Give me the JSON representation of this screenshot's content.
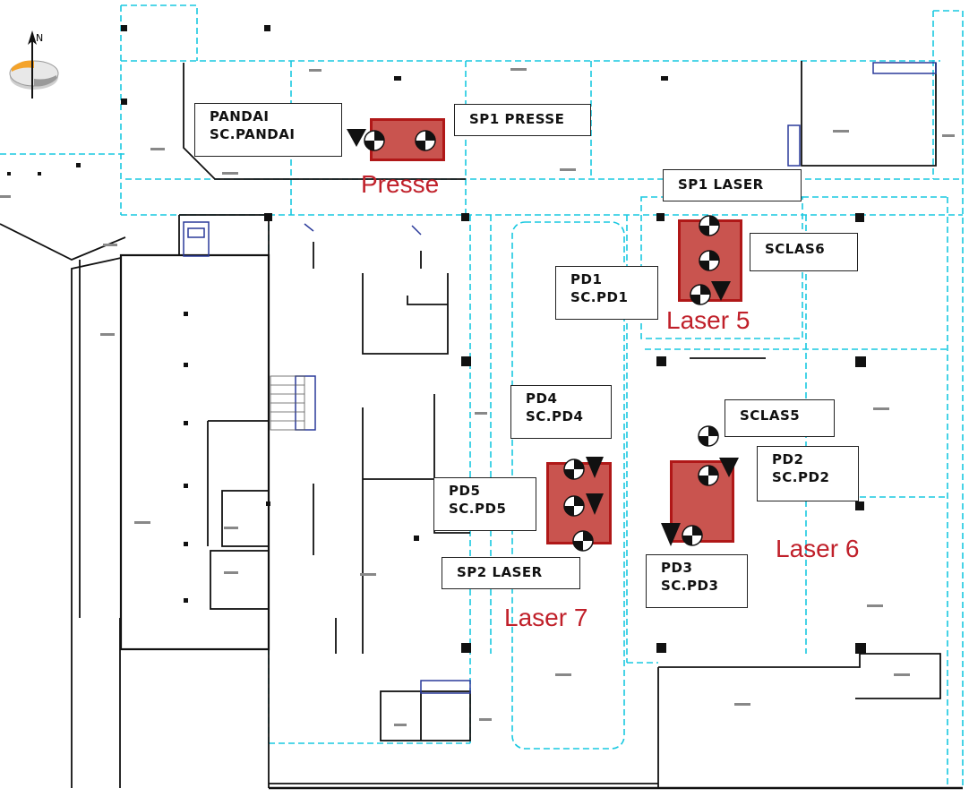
{
  "north": {
    "symbol": "N",
    "icon": "north-arrow-icon"
  },
  "labels": {
    "pandai": [
      "PANDAI",
      "SC.PANDAI"
    ],
    "sp1_presse": [
      "SP1 PRESSE"
    ],
    "sp1_laser": [
      "SP1 LASER"
    ],
    "sclas6": [
      "SCLAS6"
    ],
    "pd1": [
      "PD1",
      "SC.PD1"
    ],
    "pd4": [
      "PD4",
      "SC.PD4"
    ],
    "sclas5": [
      "SCLAS5"
    ],
    "pd2": [
      "PD2",
      "SC.PD2"
    ],
    "pd5": [
      "PD5",
      "SC.PD5"
    ],
    "sp2_laser": [
      "SP2 LASER"
    ],
    "pd3": [
      "PD3",
      "SC.PD3"
    ]
  },
  "areas": {
    "presse": "Presse",
    "laser5": "Laser 5",
    "laser6": "Laser 6",
    "laser7": "Laser 7"
  },
  "colors": {
    "machine_fill": "#c9544f",
    "machine_border": "#b01818",
    "area_text": "#c0202a",
    "zone_line": "#19c8e0",
    "wall": "#111111",
    "wall_blue": "#2a3a9a"
  },
  "icons": {
    "sensor": "sensor-target-icon",
    "direction": "direction-triangle-icon"
  }
}
